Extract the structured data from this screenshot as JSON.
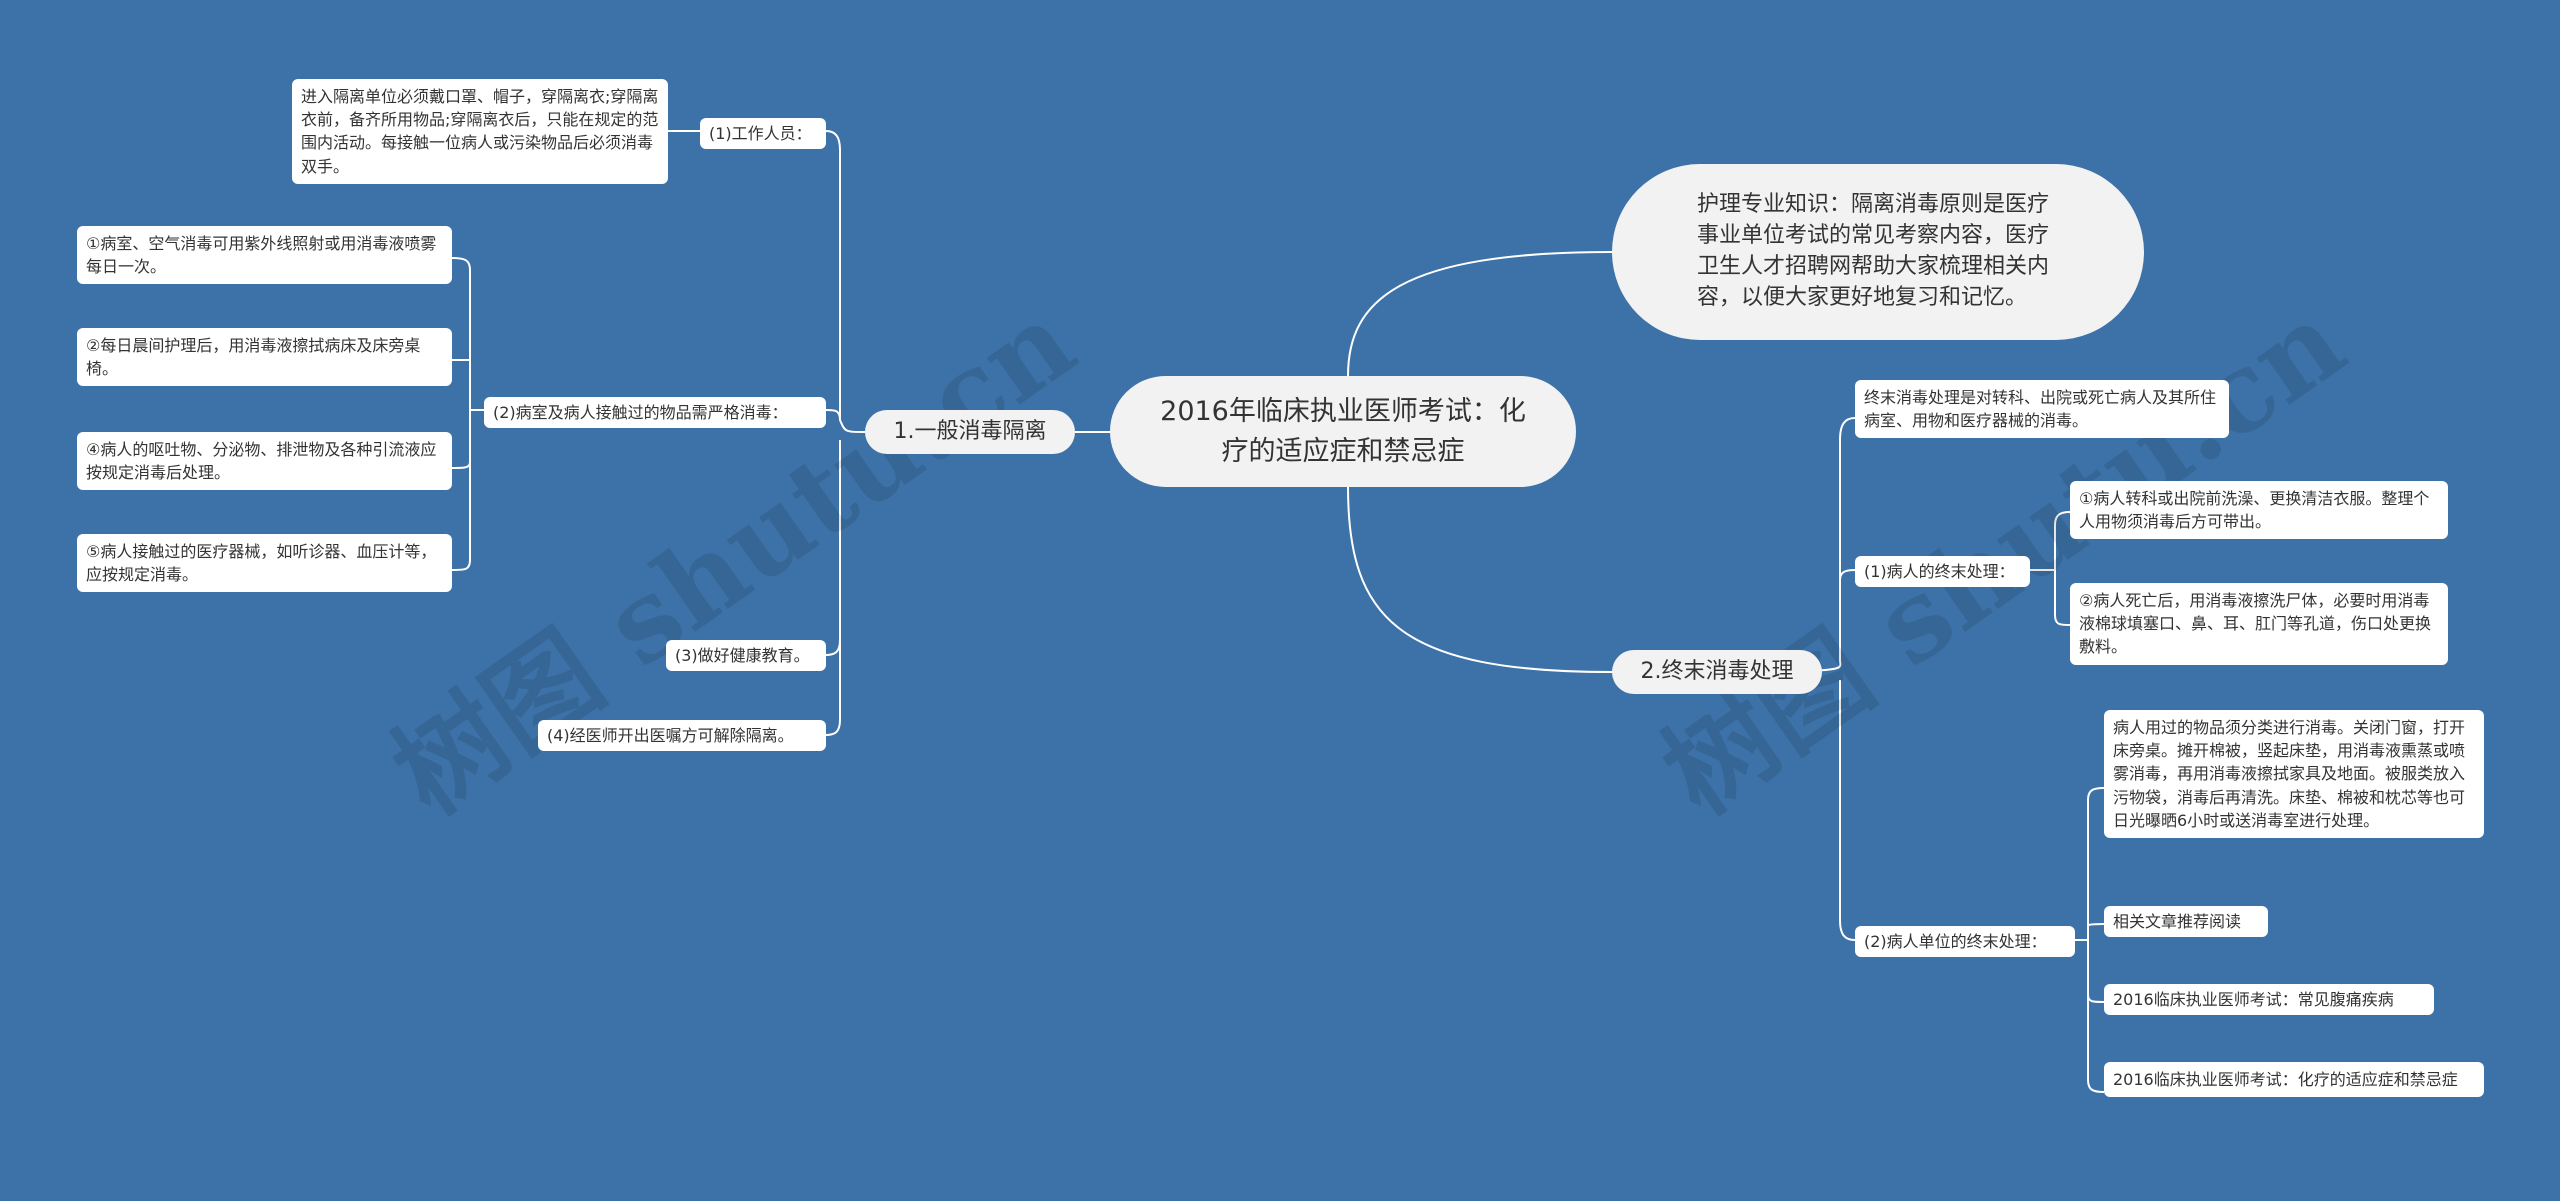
{
  "root": {
    "title": "2016年临床执业医师考试：化疗的适应症和禁忌症"
  },
  "intro": {
    "text": "护理专业知识：隔离消毒原则是医疗事业单位考试的常见考察内容，医疗卫生人才招聘网帮助大家梳理相关内容，以便大家更好地复习和记忆。"
  },
  "branch1": {
    "label": "1.一般消毒隔离",
    "staff": {
      "label": "(1)工作人员：",
      "detail": "进入隔离单位必须戴口罩、帽子，穿隔离衣;穿隔离衣前，备齐所用物品;穿隔离衣后，只能在规定的范围内活动。每接触一位病人或污染物品后必须消毒双手。"
    },
    "ward": {
      "label": "(2)病室及病人接触过的物品需严格消毒：",
      "items": [
        "①病室、空气消毒可用紫外线照射或用消毒液喷雾每日一次。",
        "②每日晨间护理后，用消毒液擦拭病床及床旁桌椅。",
        "④病人的呕吐物、分泌物、排泄物及各种引流液应按规定消毒后处理。",
        "⑤病人接触过的医疗器械，如听诊器、血压计等，应按规定消毒。"
      ]
    },
    "education": "(3)做好健康教育。",
    "release": "(4)经医师开出医嘱方可解除隔离。"
  },
  "branch2": {
    "label": "2.终末消毒处理",
    "definition": "终末消毒处理是对转科、出院或死亡病人及其所住病室、用物和医疗器械的消毒。",
    "patient": {
      "label": "(1)病人的终末处理：",
      "items": [
        "①病人转科或出院前洗澡、更换清洁衣服。整理个人用物须消毒后方可带出。",
        "②病人死亡后，用消毒液擦洗尸体，必要时用消毒液棉球填塞口、鼻、耳、肛门等孔道，伤口处更换敷料。"
      ]
    },
    "unit": {
      "label": "(2)病人单位的终末处理：",
      "items": [
        "病人用过的物品须分类进行消毒。关闭门窗，打开床旁桌。摊开棉被，竖起床垫，用消毒液熏蒸或喷雾消毒，再用消毒液擦拭家具及地面。被服类放入污物袋，消毒后再清洗。床垫、棉被和枕芯等也可日光曝晒6小时或送消毒室进行处理。",
        "相关文章推荐阅读",
        "2016临床执业医师考试：常见腹痛疾病",
        "2016临床执业医师考试：化疗的适应症和禁忌症"
      ]
    }
  },
  "watermark": "树图 shutu.cn",
  "colors": {
    "background": "#3d72a8",
    "line": "#ffffff",
    "node": "#ffffff",
    "center": "#f2f2f2"
  }
}
